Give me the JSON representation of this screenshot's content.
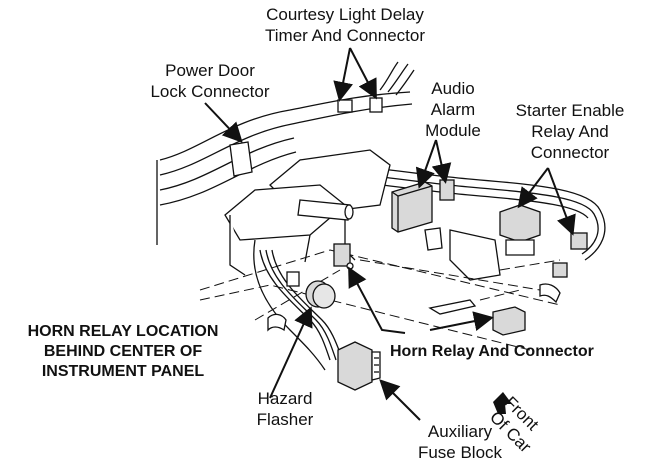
{
  "diagram": {
    "title_note": [
      "HORN RELAY LOCATION",
      "BEHIND CENTER OF",
      "INSTRUMENT PANEL"
    ],
    "labels": {
      "courtesy_light": [
        "Courtesy Light Delay",
        "Timer And Connector"
      ],
      "power_door_lock": [
        "Power Door",
        "Lock Connector"
      ],
      "audio_alarm": [
        "Audio",
        "Alarm",
        "Module"
      ],
      "starter_enable": [
        "Starter Enable",
        "Relay And",
        "Connector"
      ],
      "horn_relay": "Horn Relay And Connector",
      "hazard_flasher": [
        "Hazard",
        "Flasher"
      ],
      "aux_fuse_block": [
        "Auxiliary",
        "Fuse Block"
      ],
      "front_of_car": [
        "Front",
        "Of Car"
      ]
    },
    "colors": {
      "ink": "#111111",
      "component_fill": "#d9d9d9",
      "background": "#ffffff"
    }
  }
}
